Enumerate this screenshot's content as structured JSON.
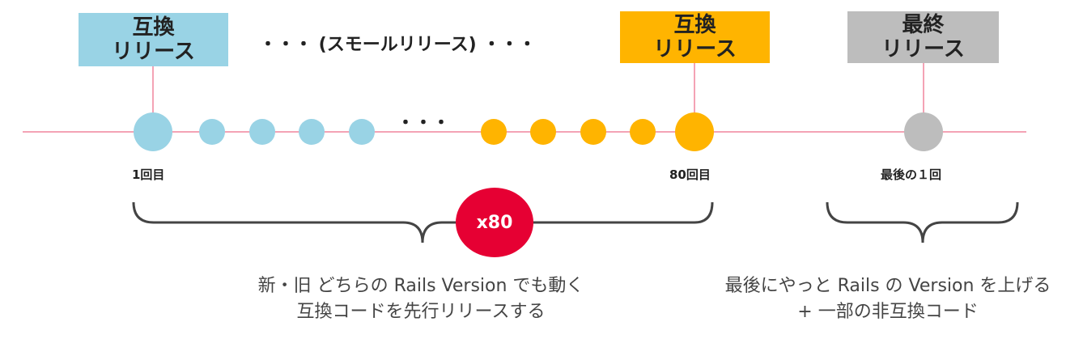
{
  "colors": {
    "line": "#F4A3B5",
    "compat_first": "#99D3E5",
    "compat_last": "#FFB400",
    "final": "#BDBDBD",
    "badge": "#E60033",
    "brace": "#444444"
  },
  "boxes": {
    "first": {
      "line1": "互換",
      "line2": "リリース"
    },
    "middle": {
      "text": "・・・ (スモールリリース) ・・・"
    },
    "eightieth": {
      "line1": "互換",
      "line2": "リリース"
    },
    "final": {
      "line1": "最終",
      "line2": "リリース"
    }
  },
  "timeline": {
    "ellipsis": "・・・",
    "label_first": "1回目",
    "label_eightieth": "80回目",
    "label_final": "最後の１回"
  },
  "badge": {
    "text": "x80"
  },
  "captions": {
    "left": {
      "line1": "新・旧 どちらの Rails Version でも動く",
      "line2": "互換コードを先行リリースする"
    },
    "right": {
      "line1": "最後にやっと Rails の Version を上げる",
      "line2": "+ 一部の非互換コード"
    }
  }
}
